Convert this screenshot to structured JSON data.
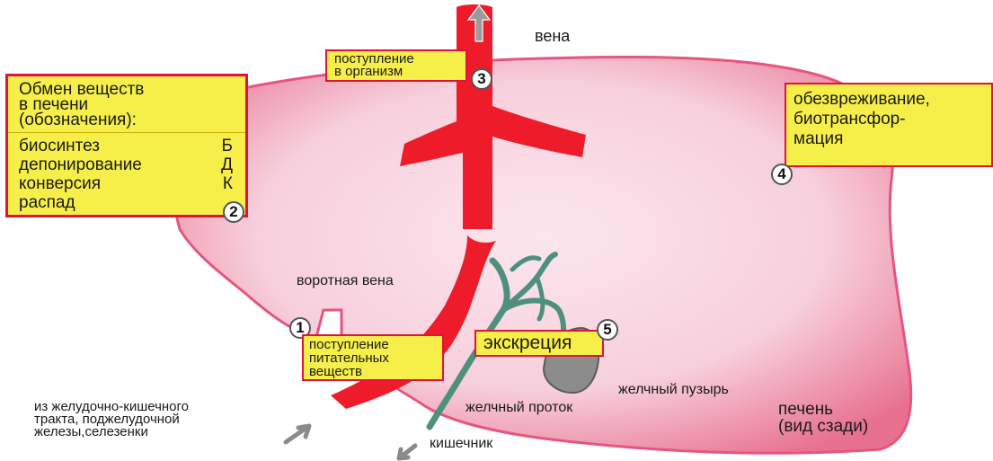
{
  "legend": {
    "title": "Обмен веществ\nв печени\n(обозначения):",
    "items": [
      {
        "label": "биосинтез",
        "code": "Б"
      },
      {
        "label": "депонирование",
        "code": "Д"
      },
      {
        "label": "конверсия",
        "code": "К"
      },
      {
        "label": "распад",
        "code": ""
      }
    ],
    "number": "2"
  },
  "vein_label": "вена",
  "entry_box": {
    "text": "поступление\nв организм",
    "number": "3"
  },
  "detox_box": {
    "text": "обезвреживание,\nбиотрансфор-\nмация"
  },
  "number_4": "4",
  "portal_vein_label": "воротная вена",
  "nutrients_box": {
    "text": "поступление\nпитательных\nвеществ",
    "number": "1"
  },
  "excretion_box": {
    "text": "экскреция",
    "number": "5"
  },
  "gallbladder_label": "желчный пузырь",
  "bile_duct_label": "желчный проток",
  "liver_label": "печень\n(вид сзади)",
  "source_label": "из желудочно-кишечного\nтракта, поджелудочной\nжелезы,селезенки",
  "intestine_label": "кишечник",
  "colors": {
    "liver_fill": "#f7cfdc",
    "liver_edge": "#e4567f",
    "vessel": "#ee1c2b",
    "bile": "#4f8f7e",
    "box": "#f6ef4a",
    "box_border": "#e0123a",
    "arrow": "#8a8a8a"
  }
}
